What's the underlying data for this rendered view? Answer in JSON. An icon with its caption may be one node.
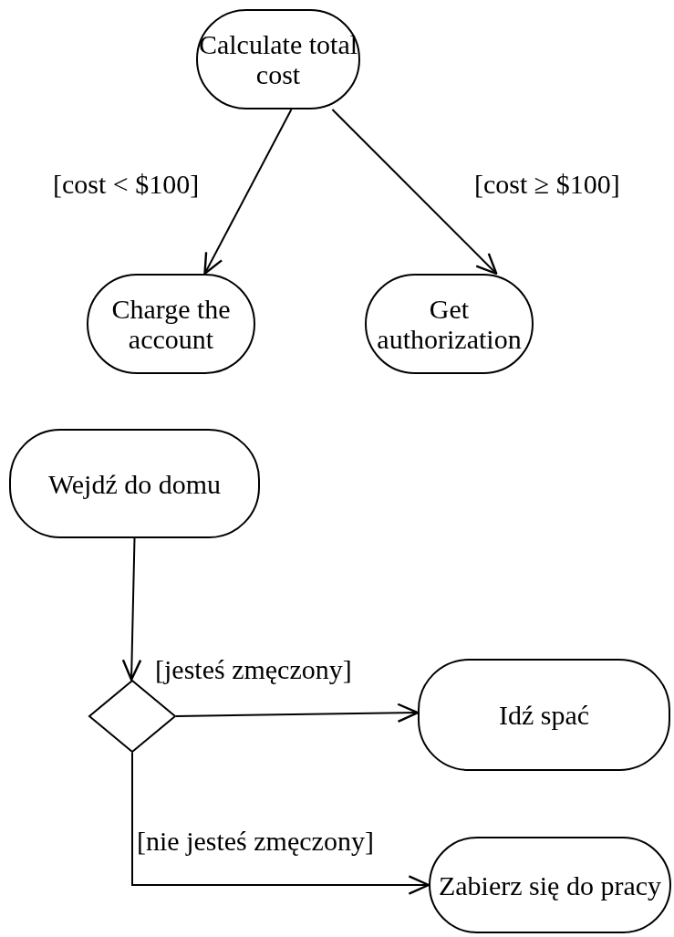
{
  "diagram": {
    "nodes": [
      {
        "text": [
          "Calculate total cost"
        ]
      },
      {
        "text": [
          "Charge the account"
        ]
      },
      {
        "text": [
          "Get authorization"
        ]
      },
      {
        "text": [
          "Wejdź do domu"
        ]
      },
      {
        "text": [],
        "shape": "diamond"
      },
      {
        "text": [
          "Idź spać"
        ]
      },
      {
        "text": [
          "Zabierz się do pracy"
        ]
      }
    ],
    "edges": [
      {
        "from": 0,
        "to": 1,
        "arrow": "to",
        "label": "[cost < $100]"
      },
      {
        "from": 0,
        "to": 2,
        "arrow": "to",
        "label": "[cost ≥ $100]"
      },
      {
        "from": 3,
        "to": 4,
        "arrow": "to"
      },
      {
        "from": 4,
        "to": 5,
        "arrow": "to",
        "label": "[jesteś zmęczony]"
      },
      {
        "from": 4,
        "to": 6,
        "arrow": "to",
        "label": "[nie jesteś zmęczony]"
      }
    ]
  }
}
